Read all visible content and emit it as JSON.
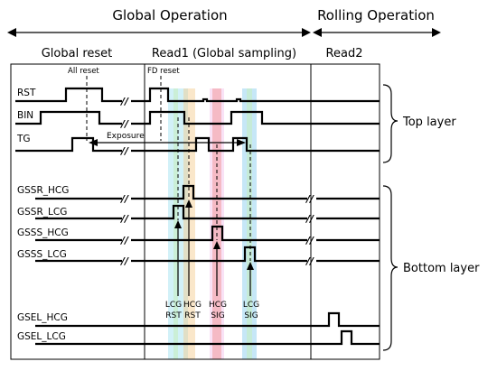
{
  "headers": {
    "global_operation": "Global Operation",
    "rolling_operation": "Rolling  Operation"
  },
  "columns": {
    "global_reset": "Global reset",
    "read1": "Read1 (Global sampling)",
    "read2": "Read2"
  },
  "annotations": {
    "all_reset": "All reset",
    "fd_reset": "FD reset",
    "exposure": "Exposure"
  },
  "top_signals": [
    "RST",
    "BIN",
    "TG"
  ],
  "bottom_signals": [
    "GSSR_HCG",
    "GSSR_LCG",
    "GSSS_HCG",
    "GSSS_LCG",
    "GSEL_HCG",
    "GSEL_LCG"
  ],
  "sample_labels": [
    {
      "top": "LCG",
      "bottom": "RST"
    },
    {
      "top": "HCG",
      "bottom": "RST"
    },
    {
      "top": "HCG",
      "bottom": "SIG"
    },
    {
      "top": "LCG",
      "bottom": "SIG"
    }
  ],
  "layers": {
    "top": "Top layer",
    "bottom": "Bottom layer"
  },
  "colors": {
    "lcg_rst": "#7fd6ea",
    "hcg_rst": "#f5c98a",
    "hcg_sig": "#f08a8a",
    "lcg_sig": "#8ecff0",
    "pink": "#f3c6ee",
    "green": "#c6efc1"
  }
}
